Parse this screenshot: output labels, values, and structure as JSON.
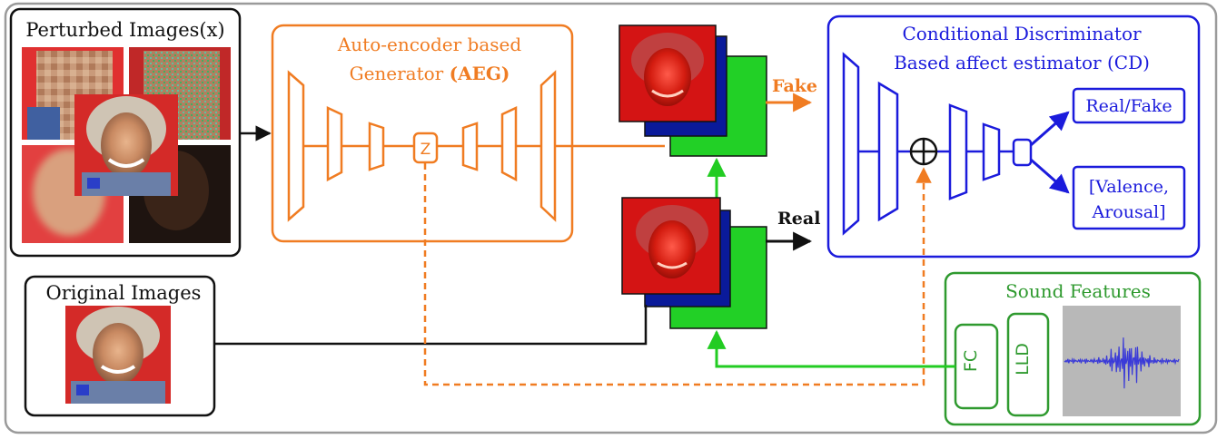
{
  "colors": {
    "generator": "#f07c22",
    "discriminator": "#1b1bdc",
    "sound": "#2f9a2f",
    "green_line": "#22cc22",
    "black": "#111111",
    "outer": "#9a9a9a"
  },
  "perturbed": {
    "title": "Perturbed Images(x)"
  },
  "original": {
    "title": "Original Images"
  },
  "generator": {
    "title_line1": "Auto-encoder based",
    "title_line2_prefix": "Generator ",
    "title_line2_bold": "(AEG)",
    "latent_label": "Z"
  },
  "discriminator": {
    "title_line1": "Conditional Discriminator",
    "title_line2": "Based affect estimator (CD)",
    "output_real_fake": "Real/Fake",
    "output_va_line1": "[Valence,",
    "output_va_line2": "Arousal]"
  },
  "arrows": {
    "fake_label": "Fake",
    "real_label": "Real"
  },
  "sound": {
    "title": "Sound Features",
    "fc_label": "FC",
    "lld_label": "LLD"
  }
}
